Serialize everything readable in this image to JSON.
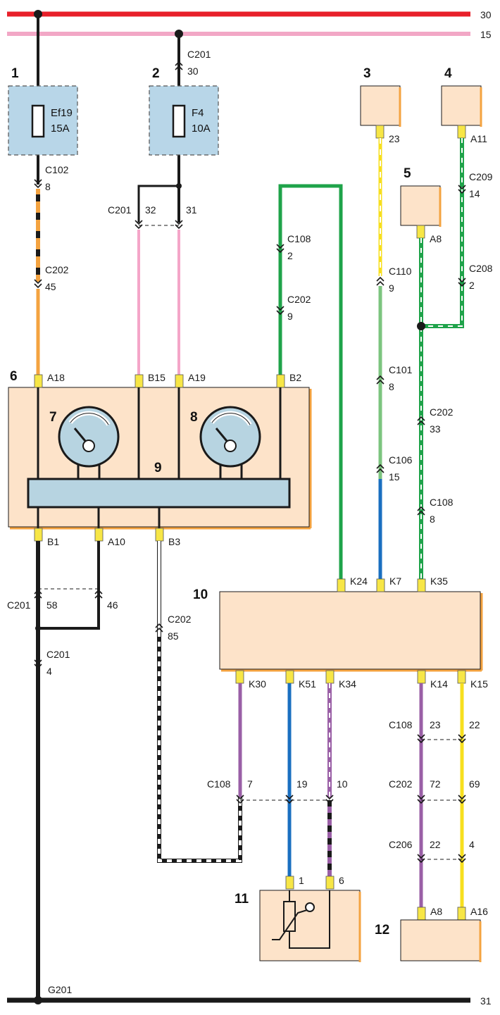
{
  "rails": [
    {
      "label": "30",
      "color": "#e8202a"
    },
    {
      "label": "15",
      "color": "#f2a7c6"
    },
    {
      "label": "31",
      "color": "#1a1a1a"
    }
  ],
  "colors": {
    "orange": "#f4a340",
    "pink": "#f4a6c8",
    "green": "#1fa34a",
    "lightgreen": "#7cc47f",
    "yellow": "#f7df1e",
    "blue": "#1a6fc0",
    "purple": "#9a5fa6",
    "black": "#1a1a1a",
    "box_fill": "#fde3c9",
    "fuse_fill": "#b8d6e8",
    "gauge_fill": "#b7d4e1",
    "pin": "#f7e646"
  },
  "components": [
    {
      "num": "1"
    },
    {
      "num": "2"
    },
    {
      "num": "3"
    },
    {
      "num": "4"
    },
    {
      "num": "5"
    },
    {
      "num": "6"
    },
    {
      "num": "7"
    },
    {
      "num": "8"
    },
    {
      "num": "9"
    },
    {
      "num": "10"
    },
    {
      "num": "11"
    },
    {
      "num": "12"
    }
  ],
  "fuses": [
    {
      "name": "Ef19",
      "rating": "15A"
    },
    {
      "name": "F4",
      "rating": "10A"
    }
  ],
  "pins": [
    "A18",
    "B15",
    "A19",
    "B2",
    "B1",
    "A10",
    "B3",
    "23",
    "A11",
    "A8",
    "K24",
    "K7",
    "K35",
    "K30",
    "K51",
    "K34",
    "K14",
    "K15",
    "1",
    "6",
    "A8",
    "A16"
  ],
  "connectors": [
    {
      "name": "C201",
      "pin": "30"
    },
    {
      "name": "C102",
      "pin": "8"
    },
    {
      "name": "C202",
      "pin": "45"
    },
    {
      "name": "C201",
      "pin": "32"
    },
    {
      "name": "",
      "pin": "31"
    },
    {
      "name": "C108",
      "pin": "2"
    },
    {
      "name": "C202",
      "pin": "9"
    },
    {
      "name": "C110",
      "pin": "9"
    },
    {
      "name": "C101",
      "pin": "8"
    },
    {
      "name": "C106",
      "pin": "15"
    },
    {
      "name": "C209",
      "pin": "14"
    },
    {
      "name": "C208",
      "pin": "2"
    },
    {
      "name": "C202",
      "pin": "33"
    },
    {
      "name": "C108",
      "pin": "8"
    },
    {
      "name": "C201",
      "pin": "58"
    },
    {
      "name": "",
      "pin": "46"
    },
    {
      "name": "C201",
      "pin": "4"
    },
    {
      "name": "C202",
      "pin": "85"
    },
    {
      "name": "C108",
      "pin": "7"
    },
    {
      "name": "",
      "pin": "19"
    },
    {
      "name": "",
      "pin": "10"
    },
    {
      "name": "C108",
      "pin": "23"
    },
    {
      "name": "",
      "pin": "22"
    },
    {
      "name": "C202",
      "pin": "72"
    },
    {
      "name": "",
      "pin": "69"
    },
    {
      "name": "C206",
      "pin": "22"
    },
    {
      "name": "",
      "pin": "4"
    }
  ],
  "ground": "G201"
}
